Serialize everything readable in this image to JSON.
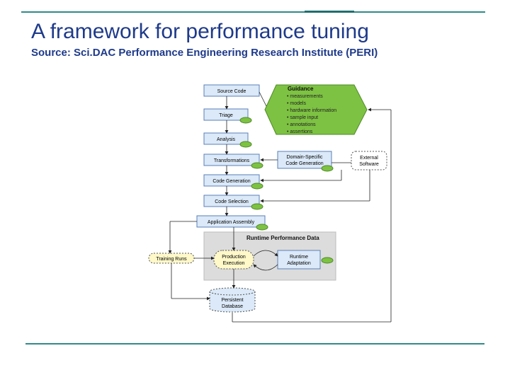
{
  "slide": {
    "title": "A framework for performance tuning",
    "subtitle": "Source: Sci.DAC Performance Engineering Research Institute (PERI)"
  },
  "diagram": {
    "pipeline": {
      "source_code": "Source Code",
      "triage": "Triage",
      "analysis": "Analysis",
      "transformations": "Transformations",
      "code_generation": "Code Generation",
      "code_selection": "Code Selection",
      "application_assembly": "Application Assembly"
    },
    "guidance": {
      "heading": "Guidance",
      "items": [
        "measurements",
        "models",
        "hardware information",
        "sample input",
        "annotations",
        "assertions"
      ]
    },
    "domain_specific": [
      "Domain-Specific",
      "Code Generation"
    ],
    "external_software": [
      "External",
      "Software"
    ],
    "runtime": {
      "heading": "Runtime Performance Data",
      "training_runs": "Training Runs",
      "production_execution": [
        "Production",
        "Execution"
      ],
      "runtime_adaptation": [
        "Runtime",
        "Adaptation"
      ]
    },
    "database": [
      "Persistent",
      "Database"
    ],
    "colors": {
      "box_fill": "#dbe9f8",
      "box_stroke": "#5b7fb8",
      "note_green": "#7dc242",
      "yellow": "#fff8c8",
      "runtime_bg": "#dcdcdc"
    }
  }
}
